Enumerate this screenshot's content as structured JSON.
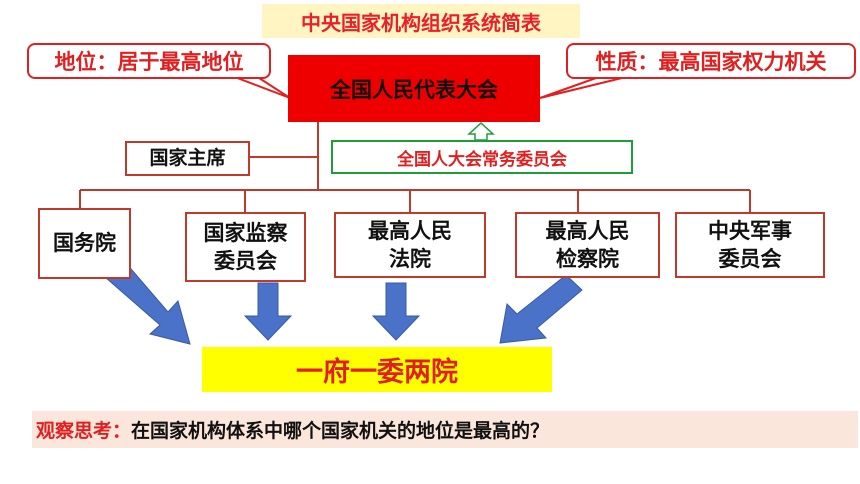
{
  "title": "中央国家机构组织系统简表",
  "callouts": {
    "left": "地位：居于最高地位",
    "right": "性质：最高国家权力机关"
  },
  "top_node": "全国人民代表大会",
  "standing_committee": "全国人大会常务委员会",
  "president": "国家主席",
  "organs": [
    {
      "line1": "国务院",
      "line2": ""
    },
    {
      "line1": "国家监察",
      "line2": "委员会"
    },
    {
      "line1": "最高人民",
      "line2": "法院"
    },
    {
      "line1": "最高人民",
      "line2": "检察院"
    },
    {
      "line1": "中央军事",
      "line2": "委员会"
    }
  ],
  "summary": "一府一委两院",
  "question": {
    "label": "观察思考：",
    "text": "在国家机构体系中哪个国家机关的地位是最高的？"
  },
  "colors": {
    "red": "#e02020",
    "green": "#1f9d3a",
    "blue_arrow": "#4a72c8",
    "yellow": "#ffff00"
  }
}
